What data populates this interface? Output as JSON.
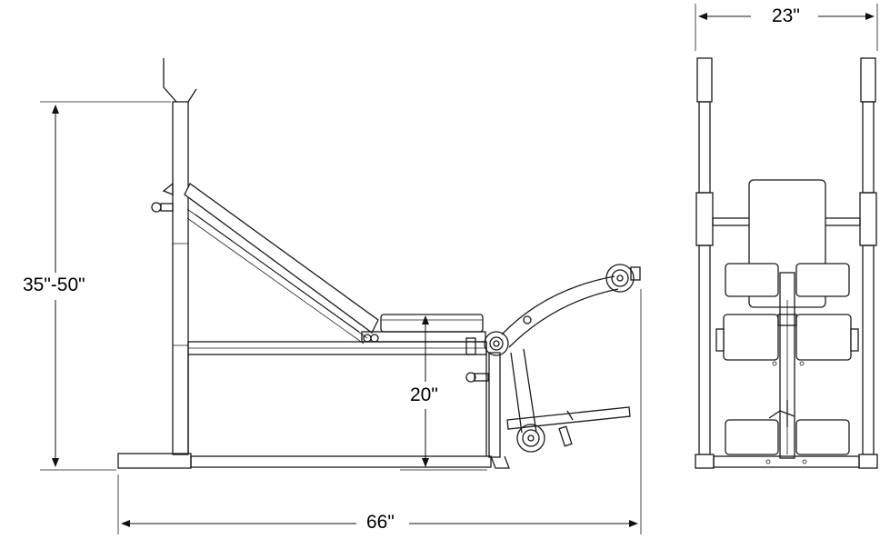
{
  "dimensions": {
    "height_range": "35\"-50\"",
    "seat_height": "20\"",
    "length": "66\"",
    "width": "23\""
  },
  "colors": {
    "line": "#1a1a1a",
    "background": "#ffffff"
  }
}
